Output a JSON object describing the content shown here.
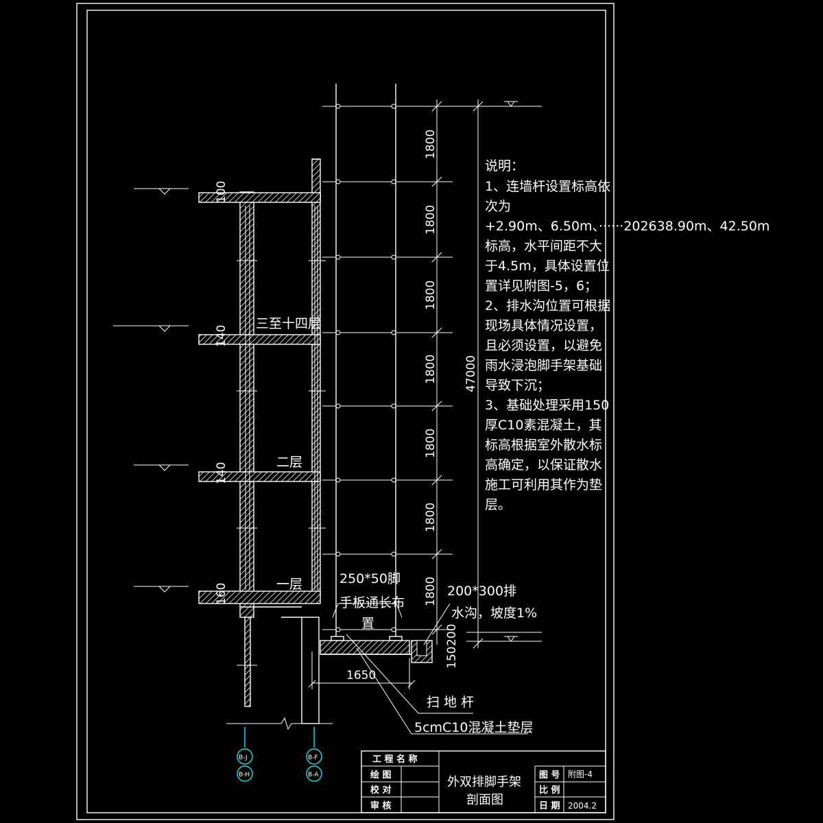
{
  "drawing": {
    "floor_labels": {
      "upper": "三至十四层",
      "second": "二层",
      "first": "一层"
    },
    "lift_dims": [
      "1800",
      "1800",
      "1800",
      "1800",
      "1800",
      "1800",
      "1800"
    ],
    "total_height": "47000",
    "wall_heights": [
      "100",
      "140",
      "140",
      "160"
    ],
    "notes": [
      "说明：",
      "1、连墙杆设置标高依",
      "次为",
      "+2.90m、6.50m、······202638.90m、42.50m",
      "标高，水平间距不大",
      "于4.5m，具体设置位",
      "置详见附图-5，6；",
      "2、排水沟位置可根据",
      "现场具体情况设置，",
      "且必须设置，以避免",
      "雨水浸泡脚手架基础",
      "导致下沉；",
      "3、基础处理采用150",
      "厚C10素混凝土，其",
      "标高根据室外散水标",
      "高确定，以保证散水",
      "施工可利用其作为垫",
      "层。"
    ],
    "scaffold_board": [
      "250*50脚",
      "手板通长布",
      "置"
    ],
    "drain": [
      "200*300排",
      "水沟，坡度1%"
    ],
    "base_dims": {
      "width": "1650",
      "d1": "150",
      "d2": "200"
    },
    "sweep_rod": "扫 地 杆",
    "concrete_layer": "5cmC10混凝土垫层",
    "axis_labels": [
      "B-J",
      "B-H",
      "B-F",
      "B-A"
    ]
  },
  "title_block": {
    "project_name_label": "工 程 名 称",
    "drawn_label": "绘 图",
    "checked_label": "校 对",
    "reviewed_label": "审 核",
    "title_line1": "外双排脚手架",
    "title_line2": "剖面图",
    "drawing_no_label": "图 号",
    "drawing_no": "附图-4",
    "scale_label": "比 例",
    "scale": "",
    "date_label": "日 期",
    "date": "2004.2"
  }
}
